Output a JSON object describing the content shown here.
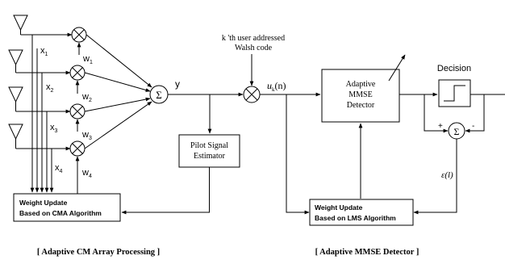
{
  "inputs": {
    "x1": {
      "base": "x",
      "sub": "1"
    },
    "x2": {
      "base": "x",
      "sub": "2"
    },
    "x3": {
      "base": "x",
      "sub": "3"
    },
    "x4": {
      "base": "x",
      "sub": "4"
    }
  },
  "weights": {
    "w1": {
      "base": "w",
      "sub": "1"
    },
    "w2": {
      "base": "w",
      "sub": "2"
    },
    "w3": {
      "base": "w",
      "sub": "3"
    },
    "w4": {
      "base": "w",
      "sub": "4"
    }
  },
  "summer_symbol": "Σ",
  "array_output_label": "y",
  "walsh_code_label": [
    "k 'th user addressed",
    "Walsh code"
  ],
  "despread_output_label": {
    "base": "u",
    "sub": "k",
    "tail": "(n)"
  },
  "pilot_estimator_label": [
    "Pilot Signal",
    "Estimator"
  ],
  "mmse_detector_label": [
    "Adaptive",
    "MMSE",
    "Detector"
  ],
  "decision_label": "Decision",
  "error_signs": {
    "plus": "+",
    "minus": "-"
  },
  "error_label": "ε(l)",
  "cma_update_label": [
    "Weight Update",
    "Based on CMA Algorithm"
  ],
  "lms_update_label": [
    "Weight Update",
    "Based on LMS Algorithm"
  ],
  "captions": {
    "left": "[ Adaptive CM Array Processing ]",
    "right": "[ Adaptive MMSE Detector ]"
  }
}
